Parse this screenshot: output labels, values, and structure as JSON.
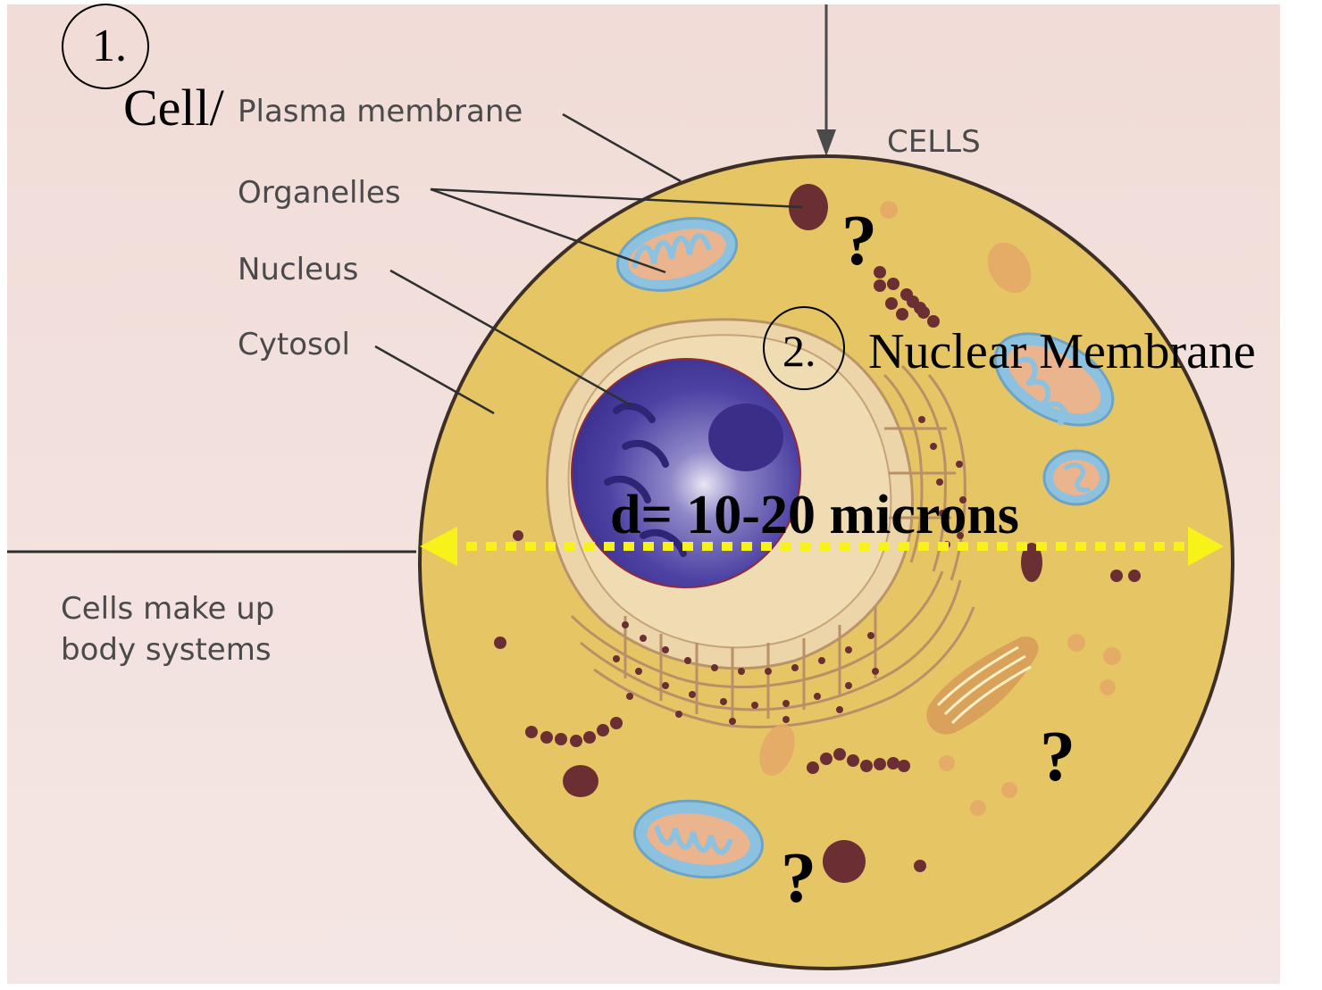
{
  "labels": {
    "step1_number": "1.",
    "cell_prefix": "Cell/",
    "plasma_membrane": "Plasma membrane",
    "cells": "CELLS",
    "organelles": "Organelles",
    "nucleus": "Nucleus",
    "cytosol": "Cytosol",
    "step2_number": "2.",
    "nuclear_membrane": "Nuclear Membrane",
    "diameter": "d= 10-20 microns",
    "body_line1": "Cells make up",
    "body_line2": "body systems",
    "question_mark": "?"
  },
  "colors": {
    "background": "#f3e2df",
    "cytoplasm": "#e8c563",
    "membrane": "#3e2f26",
    "nucleus": "#4a3f9e",
    "mitochondria_outer": "#8cc1e0",
    "mitochondria_inner": "#eab48f",
    "diameter_arrow": "#f7f31a",
    "label_text": "#4a4a4a"
  }
}
